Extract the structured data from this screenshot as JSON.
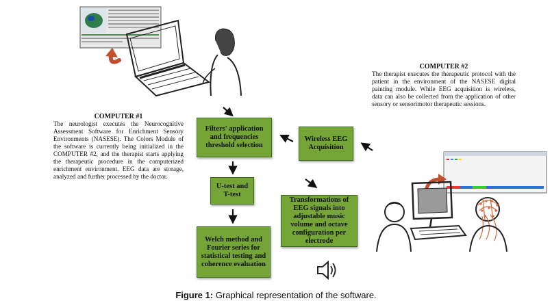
{
  "computer1": {
    "heading": "COMPUTER #1",
    "text": "The neurologist executes the Neurocognitive Assessment Software for Enrichment Sensory Environments (NASESE). The Colors Module of the software is currently being initialized in the COMPUTER #2, and the therapist starts applying the therapeutic procedure in the computerized enrichment environment. EEG data are storage, analyzed and further processed by the doctor."
  },
  "computer2": {
    "heading": "COMPUTER #2",
    "text": "The therapist executes the therapeutic protocol with the patient in the environment of the NASESE digital painting module. While EEG acquisition is wireless, data can also be collected from the application of other sensory or sensorimotor therapeutic sessions."
  },
  "boxes": {
    "filters": "Filters' application and frequencies threshold selection",
    "wireless": "Wireless EEG Acquisition",
    "utest": "U-test and T-test",
    "transform": "Transformations of EEG signals into adjustable music volume and octave configuration per electrode",
    "welch": "Welch method and Fourier series for statistical testing and coherence evaluation"
  },
  "caption": {
    "label": "Figure 1:",
    "text": " Graphical representation of the software."
  },
  "colors": {
    "box_fill": "#75a536",
    "box_border": "#3e6d1a",
    "arrow_red": "#c0502e"
  }
}
